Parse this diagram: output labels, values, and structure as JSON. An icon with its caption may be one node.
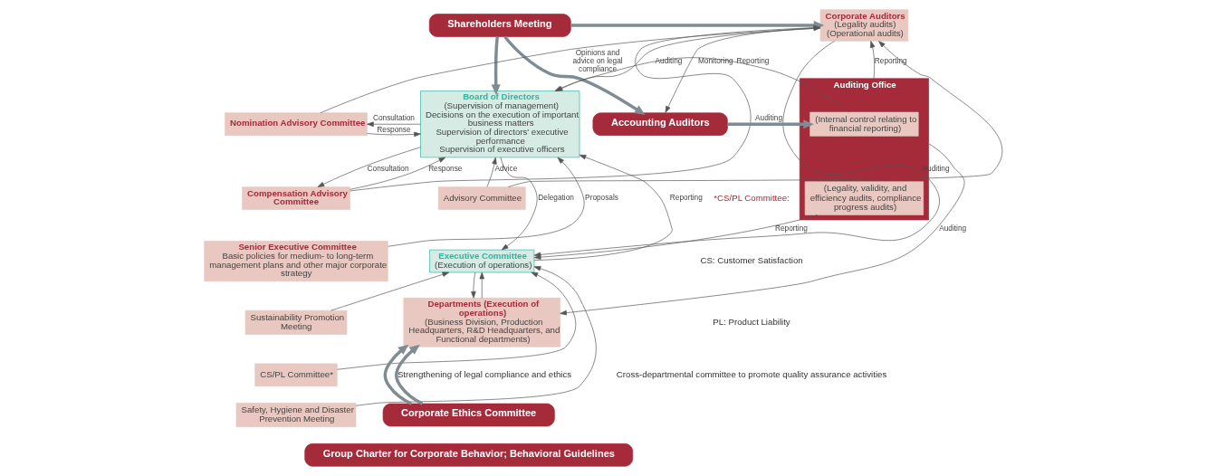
{
  "diagram": {
    "nodes": [
      {
        "text": [
          "Shareholders Meeting"
        ]
      },
      {
        "text": [
          "Nomination Advisory Committee"
        ]
      },
      {
        "text": [
          "Compensation Advisory Committee"
        ]
      },
      {
        "text": [
          "Board of Directors",
          "(Supervision of management)",
          "Decisions on the execution of important business matters",
          "Supervision of directors' executive performance",
          "Supervision of executive officers"
        ]
      },
      {
        "text": [
          "Corporate Auditors",
          "(Legality audits)",
          "(Operational audits)"
        ]
      },
      {
        "text": [
          "Accounting Auditors"
        ]
      },
      {
        "text": [
          "Advisory Committee"
        ]
      },
      {
        "text": [
          "Senior Executive Committee",
          "Basic policies for medium- to long-term management plans and other major corporate strategy"
        ]
      },
      {
        "text": [
          "Executive Committee",
          "(Execution of operations)"
        ]
      },
      {
        "text": [
          "Auditing Office"
        ]
      },
      {
        "text": [
          "(Internal control relating to financial reporting)"
        ],
        "in": 9
      },
      {
        "text": [
          "(Legality, validity, and efficiency audits, compliance progress audits)"
        ],
        "in": 9
      },
      {
        "text": [
          "Sustainability Promotion Meeting"
        ]
      },
      {
        "text": [
          "CS/PL Committee*"
        ]
      },
      {
        "text": [
          "Safety, Hygiene and Disaster Prevention Meeting"
        ]
      },
      {
        "text": [
          "Departments (Execution of operations)",
          "(Business Division, Production Headquarters, R&D Headquarters, and Functional departments)"
        ]
      },
      {
        "text": [
          "Corporate Ethics Committee"
        ]
      },
      {
        "text": [
          "Group Charter for Corporate Behavior; Behavioral Guidelines"
        ]
      }
    ],
    "edges": [
      {
        "from": 0,
        "to": 3,
        "arrow": "to",
        "style": "thick",
        "color": "#7f8c93"
      },
      {
        "from": 0,
        "to": 4,
        "arrow": "to",
        "style": "thick",
        "color": "#7f8c93"
      },
      {
        "from": 0,
        "to": 5,
        "arrow": "to",
        "style": "thick",
        "color": "#7f8c93"
      },
      {
        "from": 3,
        "to": 1,
        "arrow": "to",
        "label": "Consultation"
      },
      {
        "from": 1,
        "to": 3,
        "arrow": "to",
        "label": "Response"
      },
      {
        "from": 3,
        "to": 2,
        "arrow": "to",
        "label": "Consultation"
      },
      {
        "from": 2,
        "to": 3,
        "arrow": "to",
        "label": "Response"
      },
      {
        "from": 1,
        "to": 4,
        "arrow": "to",
        "label": "Opinions and advice on legal compliance"
      },
      {
        "from": 2,
        "to": 4,
        "arrow": "to"
      },
      {
        "from": 6,
        "to": 3,
        "arrow": "to",
        "label": "Advice"
      },
      {
        "from": 6,
        "to": 4,
        "arrow": "to"
      },
      {
        "from": 7,
        "to": 3,
        "arrow": "to",
        "label": "Proposals"
      },
      {
        "from": 8,
        "to": 3,
        "arrow": "to",
        "label": "Reporting"
      },
      {
        "from": 3,
        "to": 8,
        "arrow": "to",
        "label": "Delegation"
      },
      {
        "from": 10,
        "to": 3,
        "arrow": "to",
        "label": "Reporting"
      },
      {
        "from": 4,
        "to": 3,
        "arrow": "to",
        "label": "Auditing"
      },
      {
        "from": 4,
        "to": 8,
        "arrow": "to",
        "label": "Auditing"
      },
      {
        "from": 4,
        "to": 5,
        "arrow": "to",
        "label": "Monitoring"
      },
      {
        "from": 5,
        "to": 10,
        "arrow": "to",
        "label": "Auditing",
        "style": "thick",
        "color": "#7f8c93"
      },
      {
        "from": 9,
        "to": 4,
        "arrow": "to",
        "label": "Reporting"
      },
      {
        "from": 11,
        "to": 8,
        "arrow": "to",
        "label": "Reporting"
      },
      {
        "from": 9,
        "to": 15,
        "arrow": "to",
        "label": "Auditing"
      },
      {
        "from": 8,
        "to": 15,
        "arrow": "to"
      },
      {
        "from": 15,
        "to": 8,
        "arrow": "to"
      },
      {
        "from": 12,
        "to": 8,
        "arrow": "to"
      },
      {
        "from": 13,
        "to": 8,
        "arrow": "to"
      },
      {
        "from": 14,
        "to": 8,
        "arrow": "to"
      },
      {
        "from": 16,
        "to": 15,
        "arrow": "to",
        "style": "thick",
        "color": "#7f8c93"
      },
      {
        "from": 16,
        "to": 15,
        "arrow": "to",
        "style": "thick",
        "color": "#7f8c93"
      }
    ],
    "labels": [
      "Strengthening of legal compliance and ethics",
      "*CS/PL Committee:",
      "CS: Customer Satisfaction",
      "PL: Product Liability",
      "Cross-departmental committee to promote quality assurance activities"
    ]
  }
}
